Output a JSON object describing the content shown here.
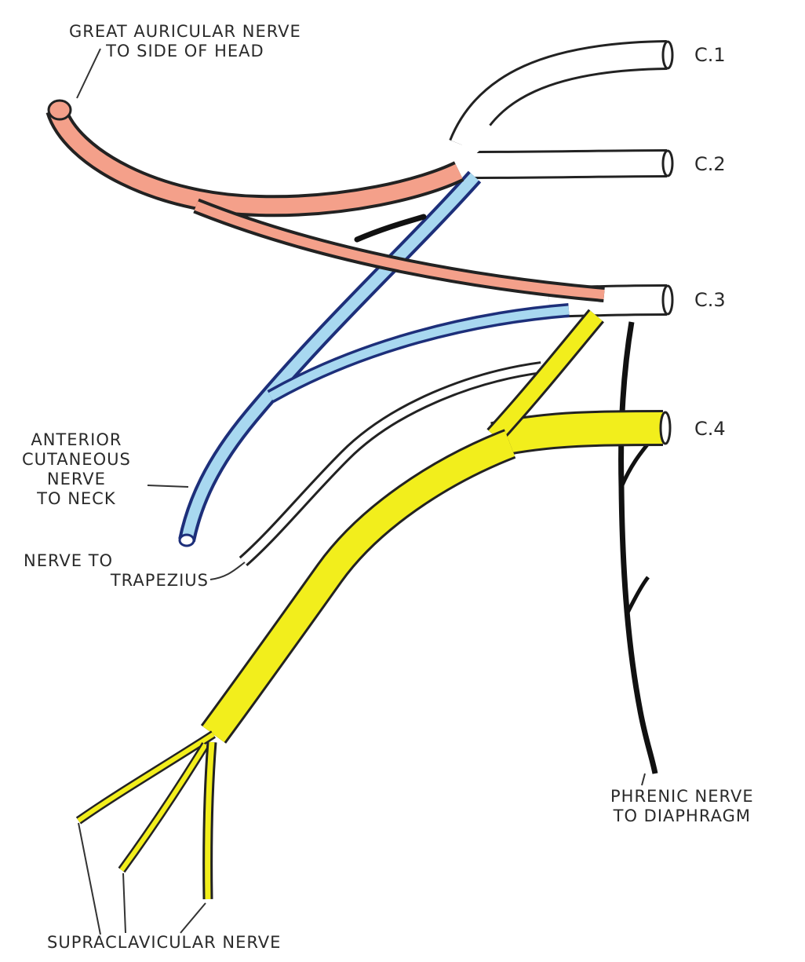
{
  "roots": [
    {
      "id": "c1",
      "label": "C.1"
    },
    {
      "id": "c2",
      "label": "C.2"
    },
    {
      "id": "c3",
      "label": "C.3"
    },
    {
      "id": "c4",
      "label": "C.4"
    }
  ],
  "labels": {
    "great_auricular": [
      "GREAT AURICULAR NERVE",
      "TO SIDE OF HEAD"
    ],
    "anterior_cutaneous": [
      "ANTERIOR",
      "CUTANEOUS",
      "NERVE",
      "TO NECK"
    ],
    "nerve_to_trapezius": [
      "NERVE TO",
      "TRAPEZIUS"
    ],
    "phrenic": [
      "PHRENIC NERVE",
      "TO DIAPHRAGM"
    ],
    "supraclavicular": "SUPRACLAVICULAR NERVE"
  },
  "colors": {
    "great_auricular": "#f4a08a",
    "anterior_cutaneous": "#a8d8f0",
    "supraclavicular": "#f2ee1c",
    "outline": "#222222"
  }
}
